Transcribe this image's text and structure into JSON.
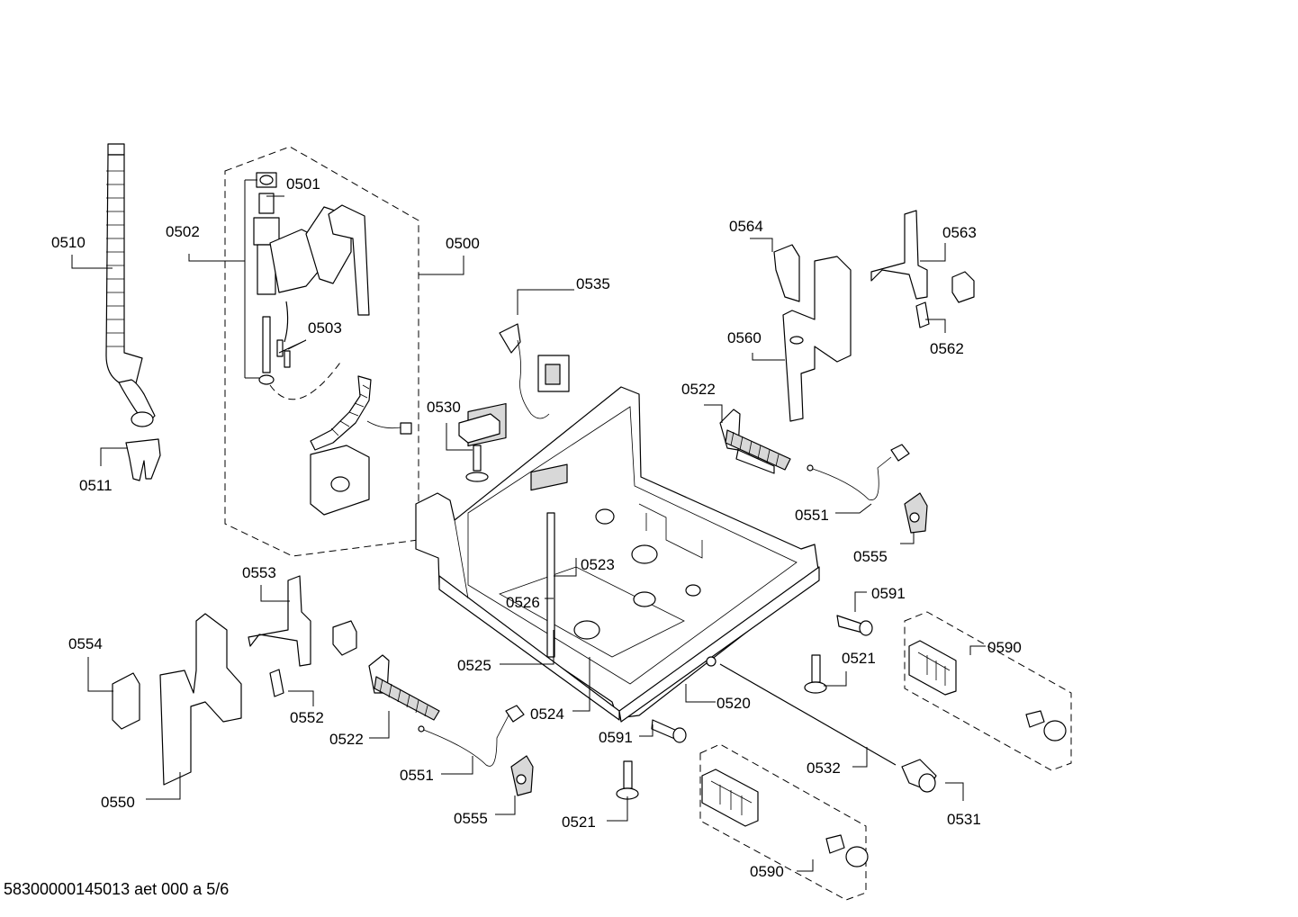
{
  "labels": {
    "p0500": "0500",
    "p0501": "0501",
    "p0502": "0502",
    "p0503": "0503",
    "p0510": "0510",
    "p0511": "0511",
    "p0520": "0520",
    "p0521a": "0521",
    "p0521b": "0521",
    "p0522a": "0522",
    "p0522b": "0522",
    "p0523": "0523",
    "p0524": "0524",
    "p0525": "0525",
    "p0526": "0526",
    "p0530": "0530",
    "p0531": "0531",
    "p0532": "0532",
    "p0535": "0535",
    "p0550": "0550",
    "p0551a": "0551",
    "p0551b": "0551",
    "p0552": "0552",
    "p0553": "0553",
    "p0554": "0554",
    "p0555a": "0555",
    "p0555b": "0555",
    "p0560": "0560",
    "p0562": "0562",
    "p0563": "0563",
    "p0564": "0564",
    "p0590a": "0590",
    "p0590b": "0590",
    "p0591a": "0591",
    "p0591b": "0591"
  },
  "footer": {
    "document_ref": "58300000145013 aet 000 a 5/6"
  }
}
